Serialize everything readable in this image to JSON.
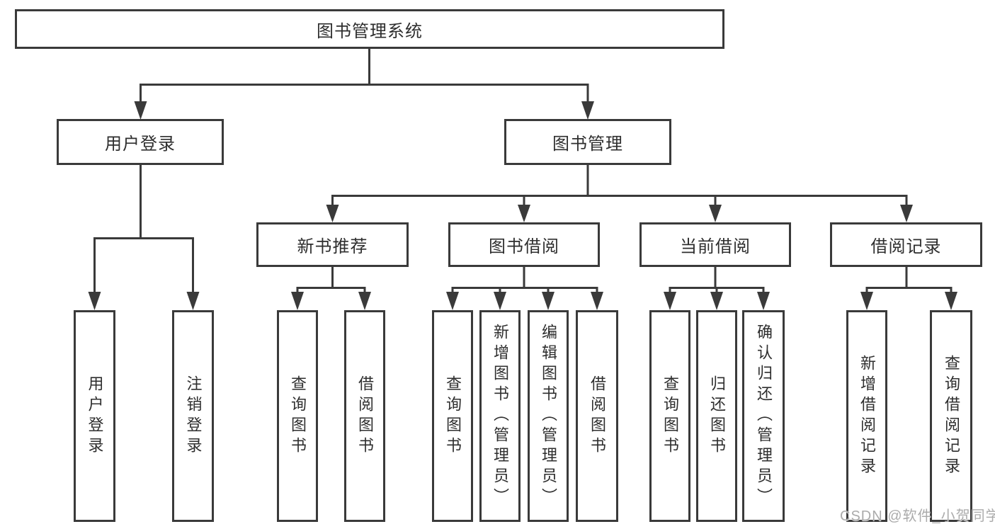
{
  "diagram": {
    "root": {
      "label": "图书管理系统"
    },
    "children": [
      {
        "label": "用户登录",
        "children": [
          {
            "label": "用户登录"
          },
          {
            "label": "注销登录"
          }
        ]
      },
      {
        "label": "图书管理",
        "children": [
          {
            "label": "新书推荐",
            "children": [
              {
                "label": "查询图书"
              },
              {
                "label": "借阅图书"
              }
            ]
          },
          {
            "label": "图书借阅",
            "children": [
              {
                "label": "查询图书"
              },
              {
                "label": "新增图书（管理员）"
              },
              {
                "label": "编辑图书（管理员）"
              },
              {
                "label": "借阅图书"
              }
            ]
          },
          {
            "label": "当前借阅",
            "children": [
              {
                "label": "查询图书"
              },
              {
                "label": "归还图书"
              },
              {
                "label": "确认归还（管理员）"
              }
            ]
          },
          {
            "label": "借阅记录",
            "children": [
              {
                "label": "新增借阅记录"
              },
              {
                "label": "查询借阅记录"
              }
            ]
          }
        ]
      }
    ]
  },
  "watermark": {
    "text": "CSDN @软件_小贺同学"
  },
  "colors": {
    "line": "#3a3a3a",
    "text": "#2e2e2e",
    "background": "#ffffff",
    "watermark": "#ababab"
  }
}
